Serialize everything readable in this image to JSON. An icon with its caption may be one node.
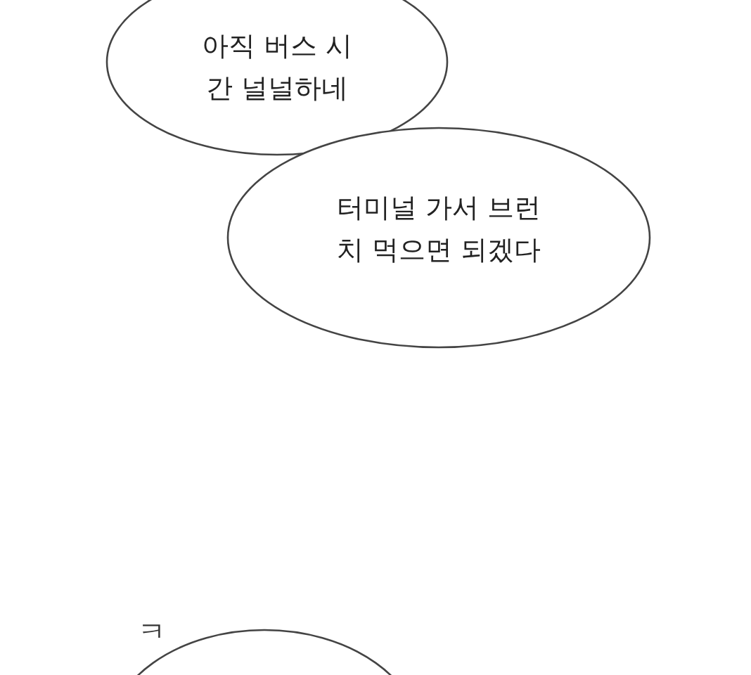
{
  "diagram": {
    "nodes": [
      {
        "text": [
          "아직 버스 시간 널널하네"
        ]
      },
      {
        "text": [
          "터미널 가서 브런치 먹으면 되겠다"
        ]
      },
      {
        "text": [],
        "shape": "ellipse"
      }
    ],
    "labels": [
      "ㅋ"
    ]
  }
}
